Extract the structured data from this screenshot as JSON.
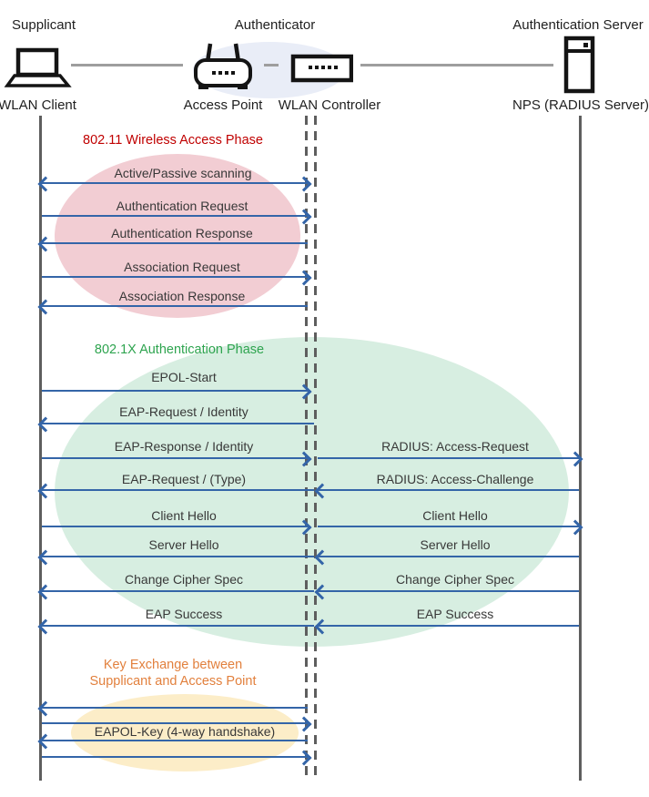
{
  "header": {
    "supplicant_role": "Supplicant",
    "authenticator_role": "Authenticator",
    "auth_server_role": "Authentication Server",
    "wlan_client": "WLAN Client",
    "access_point": "Access Point",
    "wlan_controller": "WLAN Controller",
    "nps": "NPS (RADIUS Server)"
  },
  "icons": {
    "supplicant": "laptop-icon",
    "access_point": "wireless-router-icon",
    "wlan_controller": "controller-box-icon",
    "auth_server": "server-icon"
  },
  "colors": {
    "arrow": "#3465a8",
    "lifeline": "#5e5e5e",
    "connector": "#9e9e9e",
    "phase1_title": "#c00000",
    "phase2_title": "#2ea44f",
    "phase3_title": "#e2803d",
    "phase1_fill": "#f2cdd3",
    "phase2_fill": "#d7eee1",
    "phase3_fill": "#fcedc8",
    "authenticator_fill": "#e9edf7"
  },
  "phases": {
    "p1": {
      "title": "802.11 Wireless Access Phase",
      "messages": [
        {
          "label": "Active/Passive scanning",
          "direction": "both"
        },
        {
          "label": "Authentication Request",
          "direction": "right"
        },
        {
          "label": "Authentication Response",
          "direction": "left"
        },
        {
          "label": "Association Request",
          "direction": "right"
        },
        {
          "label": "Association Response",
          "direction": "left"
        }
      ]
    },
    "p2": {
      "title": "802.1X Authentication Phase",
      "messages": [
        {
          "client_label": "EPOL-Start",
          "direction": "right"
        },
        {
          "client_label": "EAP-Request / Identity",
          "direction": "left"
        },
        {
          "client_label": "EAP-Response / Identity",
          "server_label": "RADIUS: Access-Request",
          "direction": "right"
        },
        {
          "client_label": "EAP-Request / (Type)",
          "server_label": "RADIUS: Access-Challenge",
          "direction": "left"
        },
        {
          "client_label": "Client Hello",
          "server_label": "Client Hello",
          "direction": "right"
        },
        {
          "client_label": "Server Hello",
          "server_label": "Server Hello",
          "direction": "left"
        },
        {
          "client_label": "Change Cipher Spec",
          "server_label": "Change Cipher Spec",
          "direction": "left"
        },
        {
          "client_label": "EAP Success",
          "server_label": "EAP Success",
          "direction": "left"
        }
      ]
    },
    "p3": {
      "title_line1": "Key Exchange between",
      "title_line2": "Supplicant and Access Point",
      "handshake_label": "EAPOL-Key (4-way handshake)",
      "arrow_directions": [
        "left",
        "right",
        "left",
        "right"
      ]
    }
  }
}
